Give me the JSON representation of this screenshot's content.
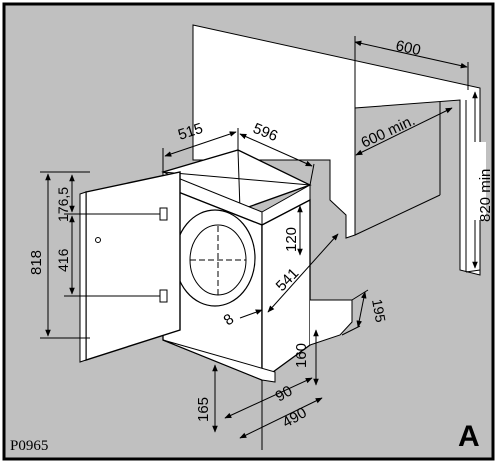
{
  "figure": {
    "code": "P0965",
    "view_letter": "A",
    "colors": {
      "background": "#c0c0c0",
      "wall": "#ffffff",
      "frame": "#000000"
    }
  },
  "dimensions": {
    "cabinet_width": "600",
    "side_clearance": "600 min.",
    "cabinet_height": "820 min",
    "depth_top": "515",
    "width_top": "596",
    "height_total": "818",
    "upper_hinge": "176,5",
    "hinge_spacing": "416",
    "top_offset": "120",
    "depth_side": "541",
    "gap": "8",
    "plinth_height": "195",
    "toe_height": "160",
    "plinth_depth": "165",
    "plinth_offset": "90",
    "plinth_width": "490"
  }
}
